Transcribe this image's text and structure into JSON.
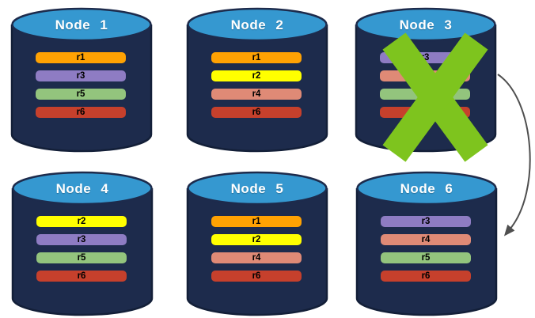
{
  "diagram": {
    "description": "Replica placement across database nodes; Node 3 has failed and its replicas are recovered on Node 6",
    "colors": {
      "cylinder_body": "#1d2b4c",
      "cylinder_outline": "#131f38",
      "cylinder_top": "#3598d0",
      "node_label_text": "#ffffff",
      "replica_label_text": "#000000",
      "failure_x": "#7ec41e",
      "arrow": "#4f4f4f"
    },
    "nodes": [
      {
        "id": "node-1",
        "label": "Node 1",
        "failed": false,
        "replicas": [
          {
            "name": "r1",
            "color": "#ffa203"
          },
          {
            "name": "r3",
            "color": "#8e7cc3"
          },
          {
            "name": "r5",
            "color": "#93c47d"
          },
          {
            "name": "r6",
            "color": "#c6402c"
          }
        ]
      },
      {
        "id": "node-2",
        "label": "Node 2",
        "failed": false,
        "replicas": [
          {
            "name": "r1",
            "color": "#ffa203"
          },
          {
            "name": "r2",
            "color": "#ffff00"
          },
          {
            "name": "r4",
            "color": "#df8a76"
          },
          {
            "name": "r6",
            "color": "#c6402c"
          }
        ]
      },
      {
        "id": "node-3",
        "label": "Node 3",
        "failed": true,
        "replicas": [
          {
            "name": "r3",
            "color": "#8e7cc3"
          },
          {
            "name": "r4",
            "color": "#df8a76"
          },
          {
            "name": "r5",
            "color": "#93c47d"
          },
          {
            "name": "r6",
            "color": "#c6402c"
          }
        ]
      },
      {
        "id": "node-4",
        "label": "Node 4",
        "failed": false,
        "replicas": [
          {
            "name": "r2",
            "color": "#ffff00"
          },
          {
            "name": "r3",
            "color": "#8e7cc3"
          },
          {
            "name": "r5",
            "color": "#93c47d"
          },
          {
            "name": "r6",
            "color": "#c6402c"
          }
        ]
      },
      {
        "id": "node-5",
        "label": "Node 5",
        "failed": false,
        "replicas": [
          {
            "name": "r1",
            "color": "#ffa203"
          },
          {
            "name": "r2",
            "color": "#ffff00"
          },
          {
            "name": "r4",
            "color": "#df8a76"
          },
          {
            "name": "r6",
            "color": "#c6402c"
          }
        ]
      },
      {
        "id": "node-6",
        "label": "Node 6",
        "failed": false,
        "replicas": [
          {
            "name": "r3",
            "color": "#8e7cc3"
          },
          {
            "name": "r4",
            "color": "#df8a76"
          },
          {
            "name": "r5",
            "color": "#93c47d"
          },
          {
            "name": "r6",
            "color": "#c6402c"
          }
        ]
      }
    ],
    "arrow": {
      "from": "Node 3",
      "to": "Node 6"
    }
  }
}
